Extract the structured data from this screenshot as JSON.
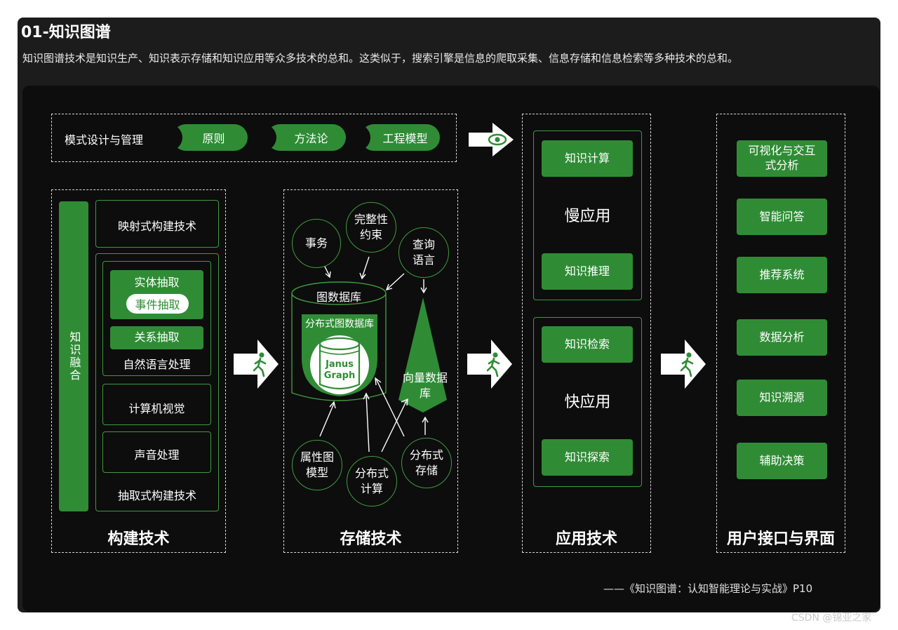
{
  "header": {
    "title": "01-知识图谱",
    "description": "知识图谱技术是知识生产、知识表示存储和知识应用等众多技术的总和。这类似于，搜索引擎是信息的爬取采集、信息存储和信息检索等多种技术的总和。"
  },
  "pattern_row": {
    "label": "模式设计与管理",
    "pills": [
      "原则",
      "方法论",
      "工程模型"
    ]
  },
  "build": {
    "section_title": "构建技术",
    "fusion_label": "知识融合",
    "mapping": "映射式构建技术",
    "entity_extraction": "实体抽取",
    "event_extraction": "事件抽取",
    "relation_extraction": "关系抽取",
    "nlp": "自然语言处理",
    "cv": "计算机视觉",
    "audio": "声音处理",
    "extractive": "抽取式构建技术"
  },
  "storage": {
    "section_title": "存储技术",
    "transaction": "事务",
    "integrity": "完整性约束",
    "query": "查询语言",
    "graph_db": "图数据库",
    "distributed_graph_db": "分布式图数据库",
    "janus_line1": "Janus",
    "janus_line2": "Graph",
    "vector_db": "向量数据库",
    "property_graph": "属性图模型",
    "distributed_compute": "分布式计算",
    "distributed_storage": "分布式存储"
  },
  "apply": {
    "section_title": "应用技术",
    "knowledge_compute": "知识计算",
    "slow_app": "慢应用",
    "knowledge_reasoning": "知识推理",
    "knowledge_retrieval": "知识检索",
    "fast_app": "快应用",
    "knowledge_exploration": "知识探索"
  },
  "ui": {
    "section_title": "用户接口与界面",
    "items": [
      "可视化与交互式分析",
      "智能问答",
      "推荐系统",
      "数据分析",
      "知识溯源",
      "辅助决策"
    ]
  },
  "credit": "——《知识图谱：认知智能理论与实战》P10",
  "watermark": "CSDN @锦亚之家",
  "colors": {
    "accent_green": "#2f8c35",
    "background": "#0d0d0d"
  }
}
